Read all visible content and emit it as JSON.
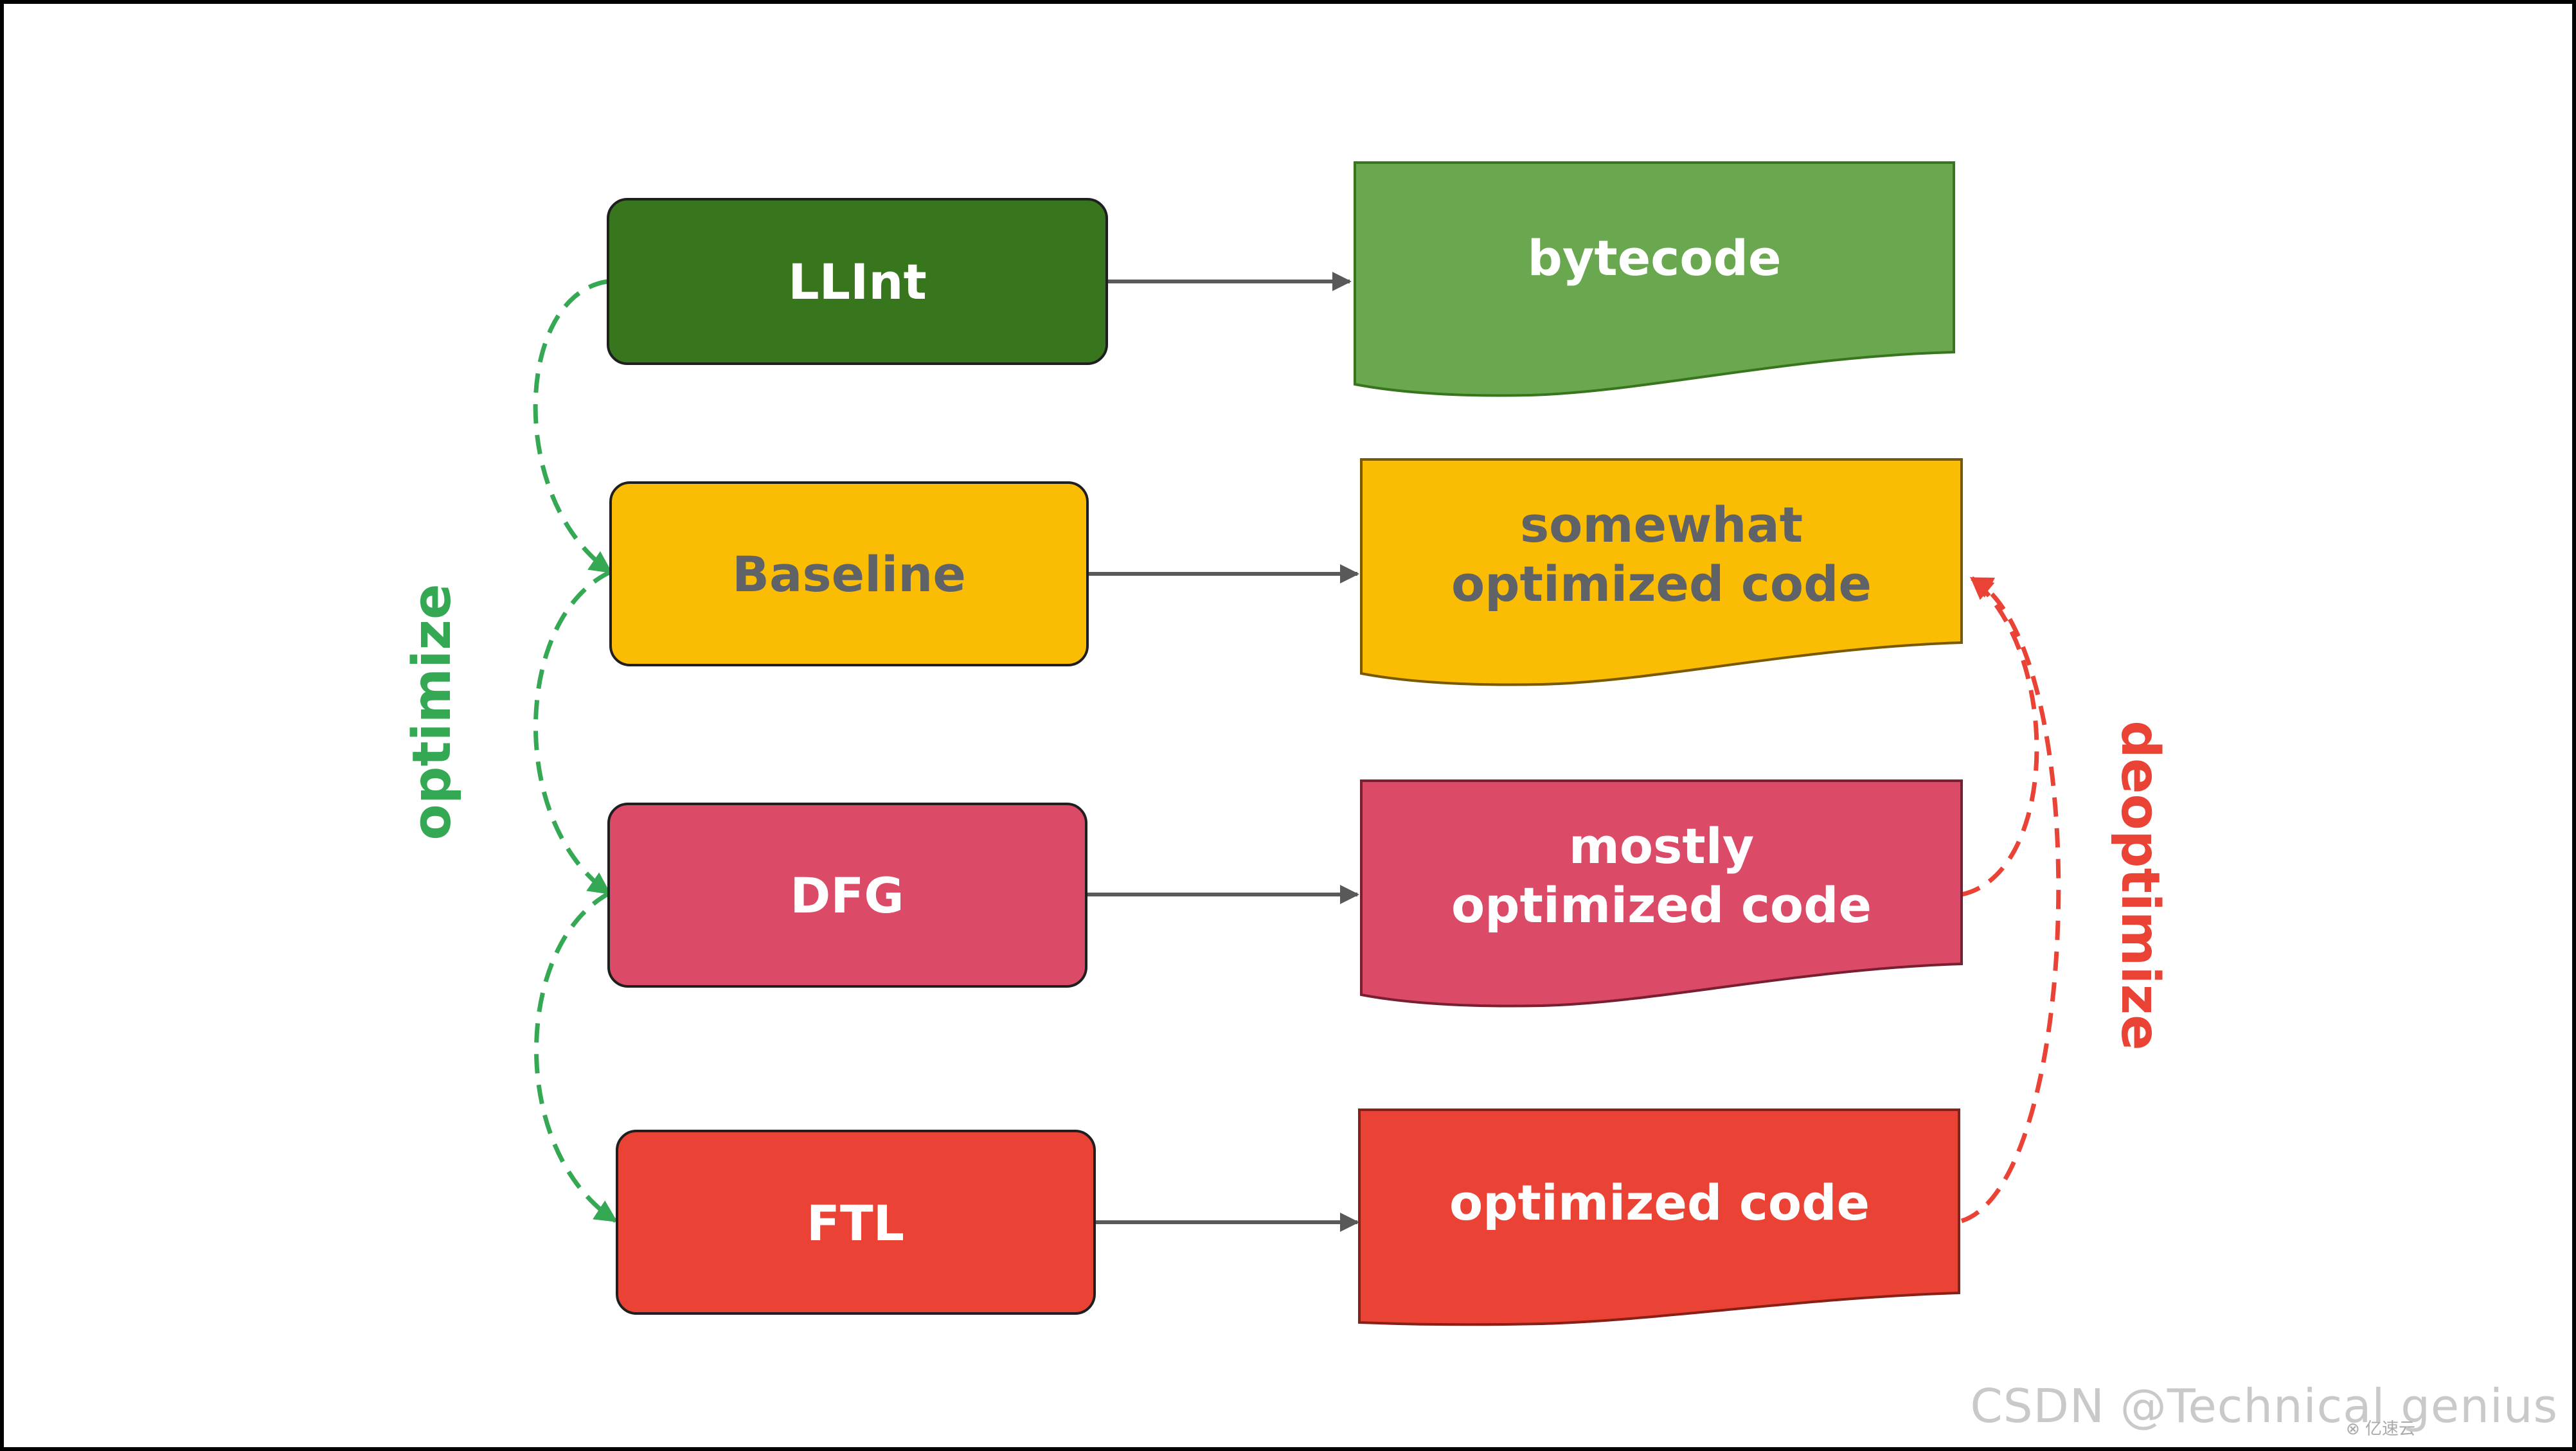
{
  "engines": [
    {
      "id": "llint",
      "label": "LLInt",
      "fill": "#38761d",
      "text_color": "#ffffff"
    },
    {
      "id": "baseline",
      "label": "Baseline",
      "fill": "#fbbc04",
      "text_color": "#5f6368"
    },
    {
      "id": "dfg",
      "label": "DFG",
      "fill": "#db4a66",
      "text_color": "#ffffff"
    },
    {
      "id": "ftl",
      "label": "FTL",
      "fill": "#ea4335",
      "text_color": "#ffffff"
    }
  ],
  "outputs": [
    {
      "id": "bytecode",
      "lines": [
        "bytecode"
      ],
      "fill": "#6aa84f",
      "text_color": "#ffffff"
    },
    {
      "id": "somewhat",
      "lines": [
        "somewhat",
        "optimized code"
      ],
      "fill": "#fbbc04",
      "text_color": "#5f6368"
    },
    {
      "id": "mostly",
      "lines": [
        "mostly",
        "optimized code"
      ],
      "fill": "#db4a66",
      "text_color": "#ffffff"
    },
    {
      "id": "optimized",
      "lines": [
        "optimized code"
      ],
      "fill": "#ea4335",
      "text_color": "#ffffff"
    }
  ],
  "side_labels": {
    "optimize": {
      "text": "optimize",
      "color": "#34a853"
    },
    "deoptimize": {
      "text": "deoptimize",
      "color": "#ea4335"
    }
  },
  "colors": {
    "arrow": "#595959",
    "optimize_dash": "#34a853",
    "deoptimize_dash": "#ea4335"
  },
  "watermark": "CSDN @Technical genius",
  "watermark_small": "⊗ 亿速云"
}
